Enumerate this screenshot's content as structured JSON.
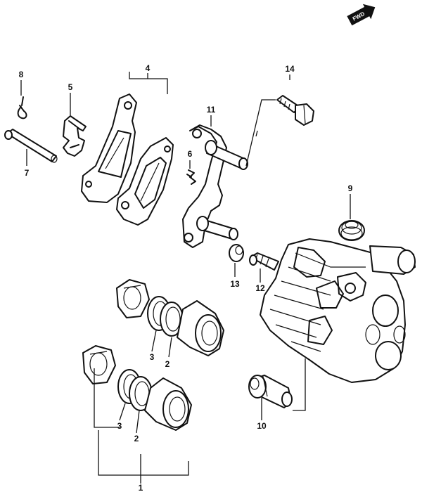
{
  "fwd_label": "FWD",
  "callouts": [
    {
      "id": "c1",
      "text": "1"
    },
    {
      "id": "c2a",
      "text": "2"
    },
    {
      "id": "c2b",
      "text": "2"
    },
    {
      "id": "c3a",
      "text": "3"
    },
    {
      "id": "c3b",
      "text": "3"
    },
    {
      "id": "c4",
      "text": "4"
    },
    {
      "id": "c5",
      "text": "5"
    },
    {
      "id": "c6",
      "text": "6"
    },
    {
      "id": "c7",
      "text": "7"
    },
    {
      "id": "c8",
      "text": "8"
    },
    {
      "id": "c9",
      "text": "9"
    },
    {
      "id": "c10",
      "text": "10"
    },
    {
      "id": "c11",
      "text": "11"
    },
    {
      "id": "c12",
      "text": "12"
    },
    {
      "id": "c13",
      "text": "13"
    },
    {
      "id": "c14",
      "text": "14"
    }
  ]
}
